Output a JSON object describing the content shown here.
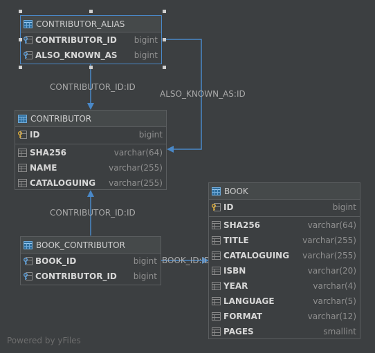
{
  "tables": {
    "contributor_alias": {
      "name": "CONTRIBUTOR_ALIAS",
      "columns": [
        {
          "name": "CONTRIBUTOR_ID",
          "type": "bigint",
          "icon": "foreign-key-icon"
        },
        {
          "name": "ALSO_KNOWN_AS",
          "type": "bigint",
          "icon": "foreign-key-icon"
        }
      ]
    },
    "contributor": {
      "name": "CONTRIBUTOR",
      "pk": {
        "name": "ID",
        "type": "bigint",
        "icon": "primary-key-icon"
      },
      "columns": [
        {
          "name": "SHA256",
          "type": "varchar(64)",
          "icon": "column-icon"
        },
        {
          "name": "NAME",
          "type": "varchar(255)",
          "icon": "column-icon"
        },
        {
          "name": "CATALOGUING",
          "type": "varchar(255)",
          "icon": "column-icon"
        }
      ]
    },
    "book_contributor": {
      "name": "BOOK_CONTRIBUTOR",
      "columns": [
        {
          "name": "BOOK_ID",
          "type": "bigint",
          "icon": "foreign-key-icon"
        },
        {
          "name": "CONTRIBUTOR_ID",
          "type": "bigint",
          "icon": "foreign-key-icon"
        }
      ]
    },
    "book": {
      "name": "BOOK",
      "pk": {
        "name": "ID",
        "type": "bigint",
        "icon": "primary-key-icon"
      },
      "columns": [
        {
          "name": "SHA256",
          "type": "varchar(64)",
          "icon": "column-icon"
        },
        {
          "name": "TITLE",
          "type": "varchar(255)",
          "icon": "column-icon"
        },
        {
          "name": "CATALOGUING",
          "type": "varchar(255)",
          "icon": "column-icon"
        },
        {
          "name": "ISBN",
          "type": "varchar(20)",
          "icon": "column-icon"
        },
        {
          "name": "YEAR",
          "type": "varchar(4)",
          "icon": "column-icon"
        },
        {
          "name": "LANGUAGE",
          "type": "varchar(5)",
          "icon": "column-icon"
        },
        {
          "name": "FORMAT",
          "type": "varchar(12)",
          "icon": "column-icon"
        },
        {
          "name": "PAGES",
          "type": "smallint",
          "icon": "column-icon"
        }
      ]
    }
  },
  "relations": {
    "alias_contributor": "CONTRIBUTOR_ID:ID",
    "alias_aka": "ALSO_KNOWN_AS:ID",
    "bc_contributor": "CONTRIBUTOR_ID:ID",
    "bc_book": "BOOK_ID:ID"
  },
  "colors": {
    "background": "#3c3f41",
    "edge": "#4a88c7",
    "selection": "#4a88c7"
  },
  "footer": "Powered by yFiles"
}
